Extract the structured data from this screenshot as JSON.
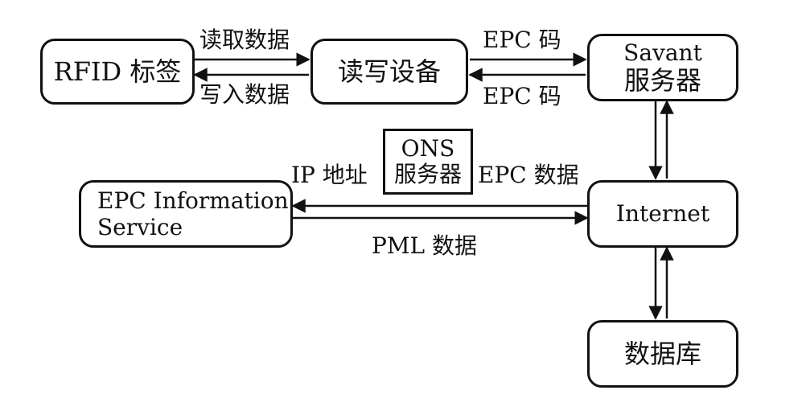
{
  "nodes": {
    "rfid_tag": "RFID 标签",
    "reader": "读写设备",
    "savant_line1": "Savant",
    "savant_line2": "服务器",
    "internet": "Internet",
    "epc_info_line1": "EPC Information",
    "epc_info_line2": "Service",
    "database": "数据库",
    "ons_line1": "ONS",
    "ons_line2": "服务器"
  },
  "edges": {
    "read_data": "读取数据",
    "write_data": "写入数据",
    "epc_code_top": "EPC 码",
    "epc_code_bottom": "EPC 码",
    "ip_address": "IP 地址",
    "epc_data": "EPC 数据",
    "pml_data": "PML 数据"
  }
}
